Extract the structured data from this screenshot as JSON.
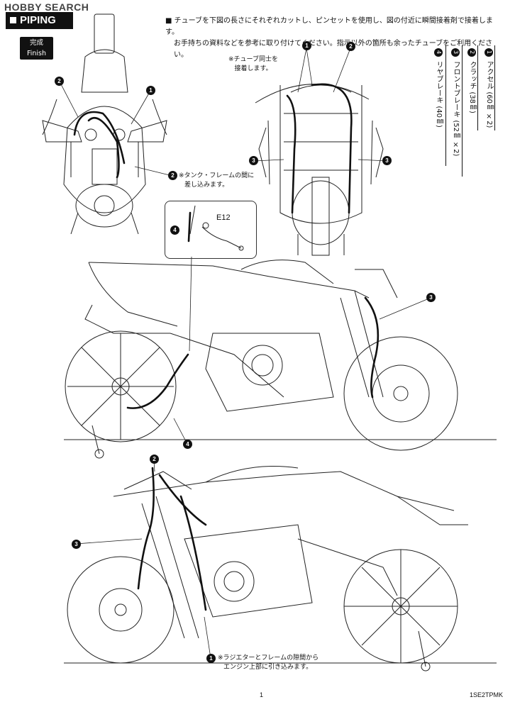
{
  "watermark": "HOBBY SEARCH",
  "header": {
    "title": "PIPING"
  },
  "instructions": {
    "line1": "■ チューブを下図の長さにそれぞれカットし、ピンセットを使用し、図の付近に瞬間接着剤で接着します。",
    "line2": "お手持ちの資料などを参考に取り付けてください。指示以外の箇所も余ったチューブをご利用ください。"
  },
  "finish_badge": {
    "jp": "完成",
    "en": "Finish"
  },
  "legend": [
    {
      "num": "1",
      "text": "アクセル (60㎜ ×2)"
    },
    {
      "num": "2",
      "text": "クラッチ (38㎜)"
    },
    {
      "num": "3",
      "text": "フロントブレーキ (52㎜ ×2)"
    },
    {
      "num": "4",
      "text": "リヤブレーキ (40㎜)"
    }
  ],
  "notes": {
    "tube_join_1": "※チューブ同士を",
    "tube_join_2": "接着します。",
    "tank_frame_1": "※タンク・フレームの間に",
    "tank_frame_2": "差し込みます。",
    "radiator_1": "※ラジエターとフレームの隙間から",
    "radiator_2": "エンジン上部に引き込みます。"
  },
  "part_label": "E12",
  "callouts": {
    "top_left_2": "2",
    "top_left_1": "1",
    "top_left_2b": "2",
    "front_1": "1",
    "front_2": "2",
    "front_3a": "3",
    "front_3b": "3",
    "detail_4": "4",
    "side_3": "3",
    "side_4": "4",
    "bottom_2": "2",
    "bottom_3": "3",
    "bottom_1": "1"
  },
  "footer": {
    "page": "1",
    "code": "1SE2TPMK"
  }
}
